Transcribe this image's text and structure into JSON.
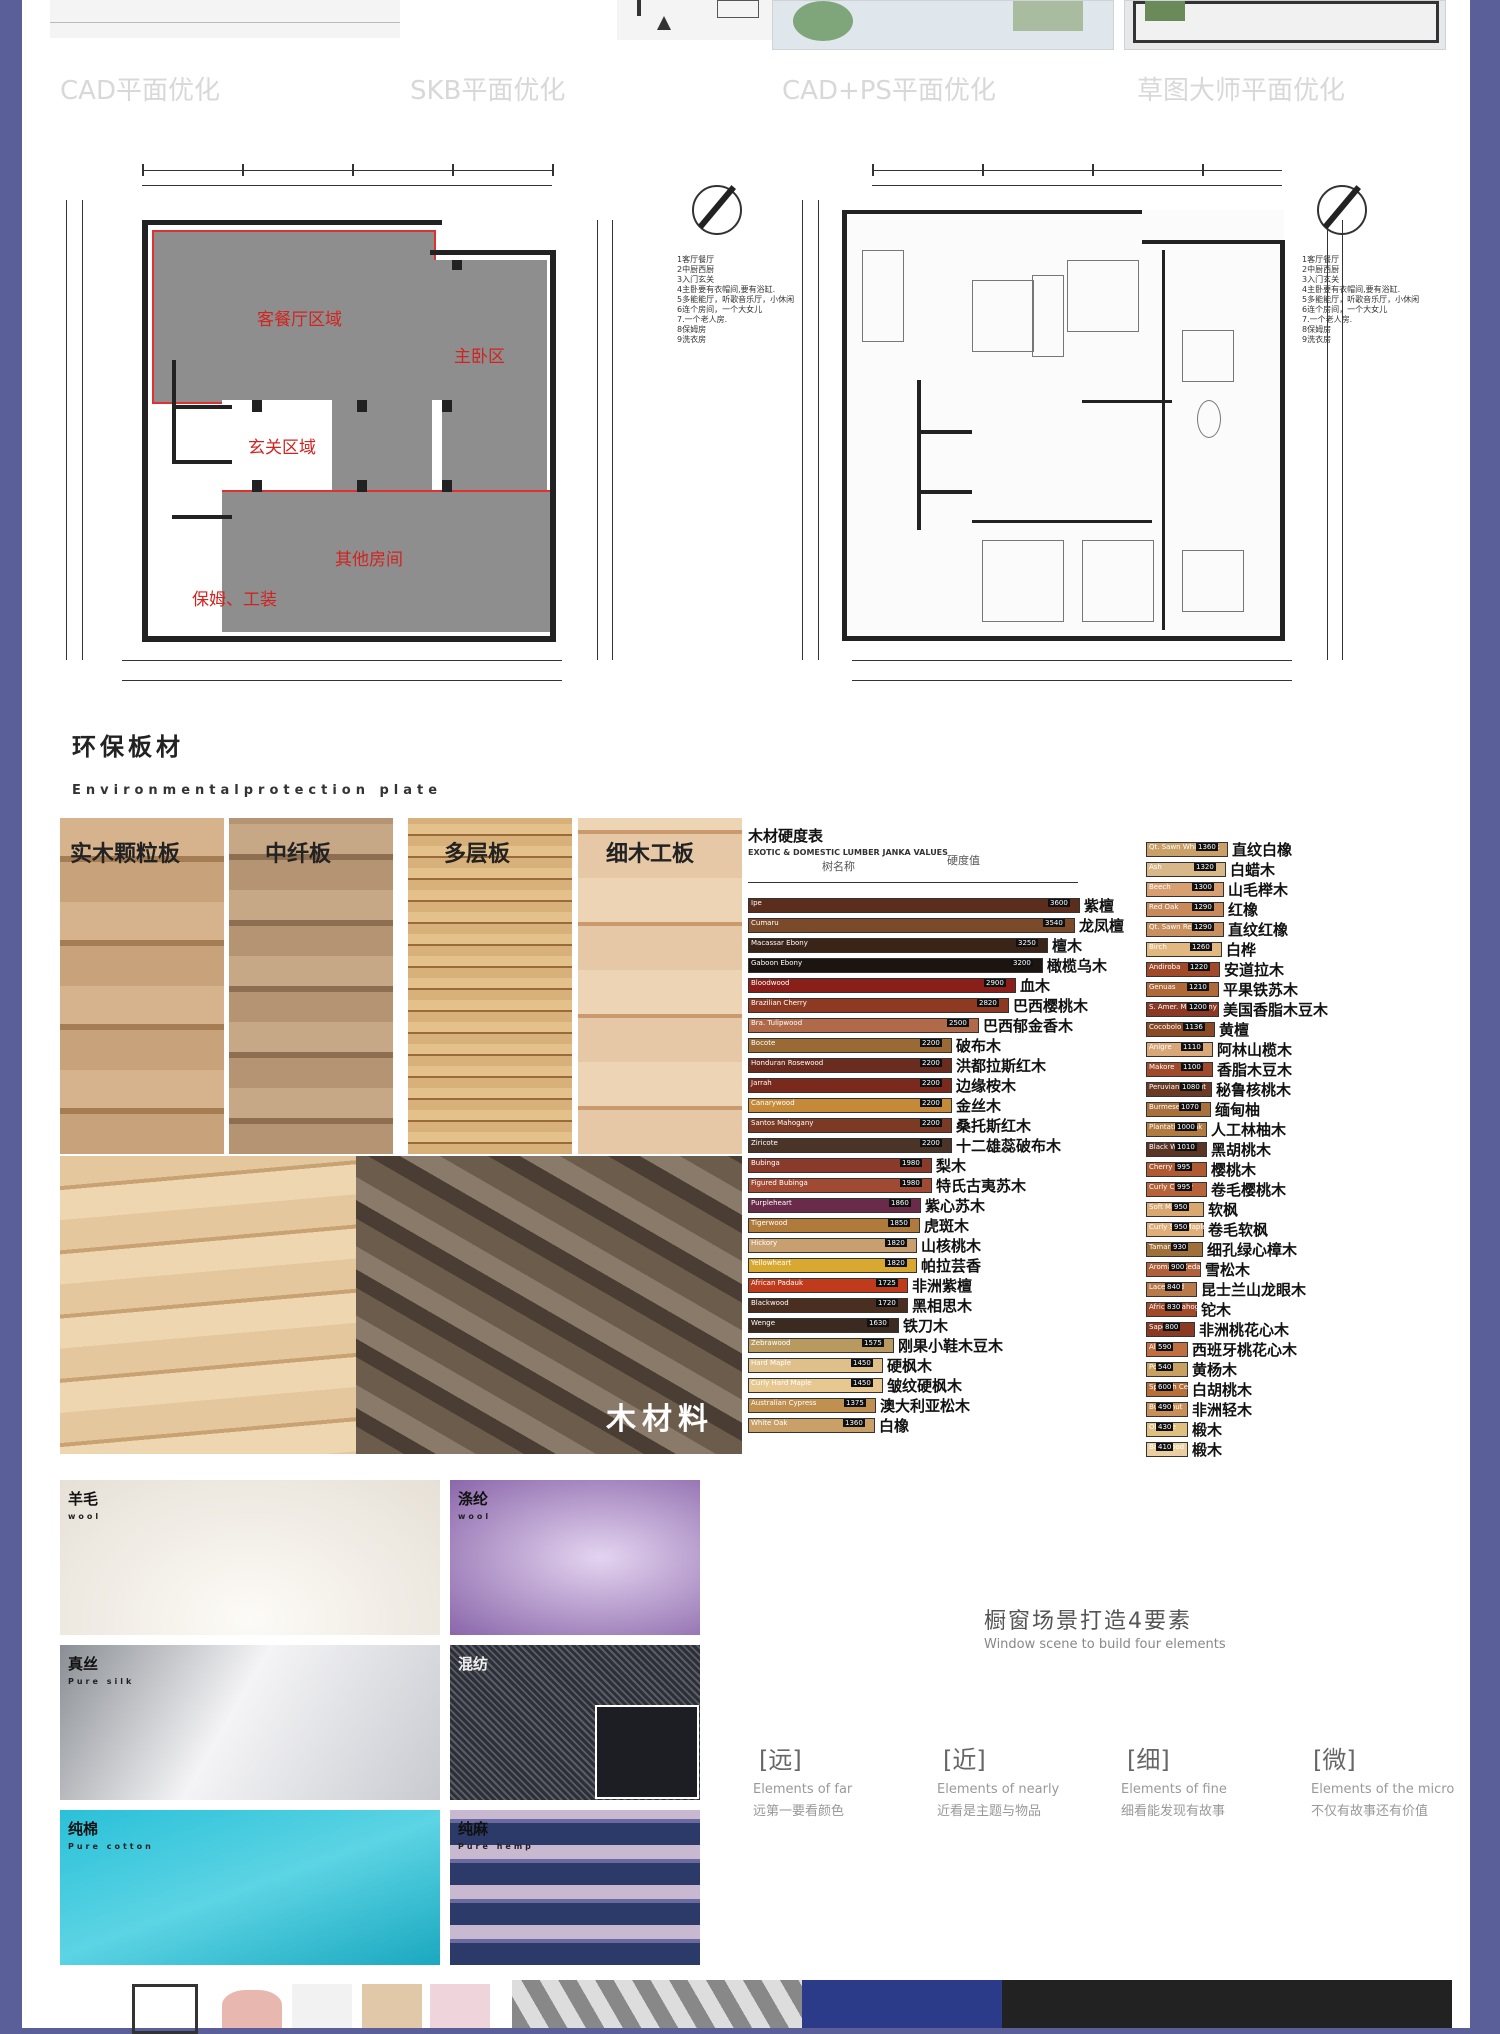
{
  "top_row": {
    "captions": [
      "CAD平面优化",
      "SKB平面优化",
      "CAD+PS平面优化",
      "草图大师平面优化"
    ]
  },
  "floor_plans": {
    "zones": {
      "living_dining": "客餐厅区域",
      "master_bedroom": "主卧区",
      "foyer": "玄关区域",
      "other_rooms": "其他房间",
      "nanny": "保姆、工装"
    },
    "requirements_left": [
      "1客厅餐厅",
      "2中厨西厨",
      "3入门玄关",
      "4主卧要有衣帽间,要有浴缸.",
      "5多能能厅，听歌音乐厅，小休闲",
      "6连个房间，一个大女儿",
      "7.一个老人房.",
      "8保姆房",
      "9洗衣房"
    ],
    "requirements_right": [
      "1客厅餐厅",
      "2中厨西厨",
      "3入门玄关",
      "4主卧要有衣帽间,要有浴缸.",
      "5多能能厅，听歌音乐厅，小休闲",
      "6连个房间，一个大女儿",
      "7.一个老人房.",
      "8保姆房",
      "9洗衣房"
    ]
  },
  "materials": {
    "title": "环保板材",
    "subtitle": "Environmentalprotection plate",
    "boards": [
      "实木颗粒板",
      "中纤板",
      "多层板",
      "细木工板"
    ],
    "wood_label": "木材料"
  },
  "hardness_chart": {
    "title": "木材硬度表",
    "header_en": "EXOTIC & DOMESTIC LUMBER JANKA VALUES",
    "header_cn_name": "树名称",
    "header_cn_val": "硬度值",
    "left": [
      {
        "en": "Ipe",
        "val": "3600",
        "cn": "紫檀",
        "color": "#5a2d1c"
      },
      {
        "en": "Cumaru",
        "val": "3540",
        "cn": "龙凤檀",
        "color": "#7a4a2a"
      },
      {
        "en": "Macassar Ebony",
        "val": "3250",
        "cn": "檀木",
        "color": "#3a2418"
      },
      {
        "en": "Gaboon Ebony",
        "val": "3200",
        "cn": "橄榄乌木",
        "color": "#1c1410"
      },
      {
        "en": "Bloodwood",
        "val": "2900",
        "cn": "血木",
        "color": "#8a1e18"
      },
      {
        "en": "Brazilian Cherry",
        "val": "2820",
        "cn": "巴西樱桃木",
        "color": "#8e3a22"
      },
      {
        "en": "Bra. Tulipwood",
        "val": "2500",
        "cn": "巴西郁金香木",
        "color": "#b06a4a"
      },
      {
        "en": "Bocote",
        "val": "2200",
        "cn": "破布木",
        "color": "#9a6a34"
      },
      {
        "en": "Honduran Rosewood",
        "val": "2200",
        "cn": "洪都拉斯红木",
        "color": "#6a2c1e"
      },
      {
        "en": "Jarrah",
        "val": "2200",
        "cn": "边缘桉木",
        "color": "#7a2a1c"
      },
      {
        "en": "Canarywood",
        "val": "2200",
        "cn": "金丝木",
        "color": "#c48a3a"
      },
      {
        "en": "Santos Mahogany",
        "val": "2200",
        "cn": "桑托斯红木",
        "color": "#7a3a24"
      },
      {
        "en": "Ziricote",
        "val": "2200",
        "cn": "十二雄蕊破布木",
        "color": "#4a3428"
      },
      {
        "en": "Bubinga",
        "val": "1980",
        "cn": "梨木",
        "color": "#8a3a2a"
      },
      {
        "en": "Figured Bubinga",
        "val": "1980",
        "cn": "特氏古夷苏木",
        "color": "#a04a34"
      },
      {
        "en": "Purpleheart",
        "val": "1860",
        "cn": "紫心苏木",
        "color": "#6a2a4a"
      },
      {
        "en": "Tigerwood",
        "val": "1850",
        "cn": "虎斑木",
        "color": "#b07a3a"
      },
      {
        "en": "Hickory",
        "val": "1820",
        "cn": "山核桃木",
        "color": "#c8a070"
      },
      {
        "en": "Yellowheart",
        "val": "1820",
        "cn": "帕拉芸香",
        "color": "#d8a830"
      },
      {
        "en": "African Padauk",
        "val": "1725",
        "cn": "非洲紫檀",
        "color": "#c03a1c"
      },
      {
        "en": "Blackwood",
        "val": "1720",
        "cn": "黑相思木",
        "color": "#4a2e20"
      },
      {
        "en": "Wenge",
        "val": "1630",
        "cn": "铁刀木",
        "color": "#3a2a20"
      },
      {
        "en": "Zebrawood",
        "val": "1575",
        "cn": "刚果小鞋木豆木",
        "color": "#b89a60"
      },
      {
        "en": "Hard Maple",
        "val": "1450",
        "cn": "硬枫木",
        "color": "#e0c08a"
      },
      {
        "en": "Curly Hard Maple",
        "val": "1450",
        "cn": "皱纹硬枫木",
        "color": "#e6c890"
      },
      {
        "en": "Australian Cypress",
        "val": "1375",
        "cn": "澳大利亚松木",
        "color": "#c09050"
      },
      {
        "en": "White Oak",
        "val": "1360",
        "cn": "白橡",
        "color": "#c8a068"
      }
    ],
    "right": [
      {
        "en": "Qt. Sawn White Oak",
        "val": "1360",
        "cn": "直纹白橡",
        "color": "#c8a068"
      },
      {
        "en": "Ash",
        "val": "1320",
        "cn": "白蜡木",
        "color": "#d8b888"
      },
      {
        "en": "Beech",
        "val": "1300",
        "cn": "山毛榉木",
        "color": "#d8a070"
      },
      {
        "en": "Red Oak",
        "val": "1290",
        "cn": "红橡",
        "color": "#c88a5a"
      },
      {
        "en": "Qt. Sawn Red Oak",
        "val": "1290",
        "cn": "直纹红橡",
        "color": "#c8905e"
      },
      {
        "en": "Birch",
        "val": "1260",
        "cn": "白桦",
        "color": "#e0b880"
      },
      {
        "en": "Andiroba",
        "val": "1220",
        "cn": "安道拉木",
        "color": "#a04a2a"
      },
      {
        "en": "Genuas",
        "val": "1210",
        "cn": "平果铁苏木",
        "color": "#b06a3a"
      },
      {
        "en": "S. Amer. Mahogany",
        "val": "1200",
        "cn": "美国香脂木豆木",
        "color": "#8a3a24"
      },
      {
        "en": "Cocobolo",
        "val": "1136",
        "cn": "黄檀",
        "color": "#8a4a24"
      },
      {
        "en": "Anigre",
        "val": "1110",
        "cn": "阿林山榄木",
        "color": "#d8a878"
      },
      {
        "en": "Makore",
        "val": "1100",
        "cn": "香脂木豆木",
        "color": "#a04a2c"
      },
      {
        "en": "Peruvian Walnut",
        "val": "1080",
        "cn": "秘鲁核桃木",
        "color": "#6a3a24"
      },
      {
        "en": "Burmese Teak",
        "val": "1070",
        "cn": "缅甸柚",
        "color": "#a8703a"
      },
      {
        "en": "Plantation Teak",
        "val": "1000",
        "cn": "人工林柚木",
        "color": "#b07a40"
      },
      {
        "en": "Black Walnut",
        "val": "1010",
        "cn": "黑胡桃木",
        "color": "#5a3424"
      },
      {
        "en": "Cherry",
        "val": "995",
        "cn": "樱桃木",
        "color": "#b05a34"
      },
      {
        "en": "Curly Cherry",
        "val": "995",
        "cn": "卷毛樱桃木",
        "color": "#b8643a"
      },
      {
        "en": "Soft Maple",
        "val": "950",
        "cn": "软枫",
        "color": "#d8a870"
      },
      {
        "en": "Curly Soft Maple",
        "val": "950",
        "cn": "卷毛软枫",
        "color": "#e0b07a"
      },
      {
        "en": "Tamarind",
        "val": "930",
        "cn": "细孔绿心樟木",
        "color": "#a0703a"
      },
      {
        "en": "Aromatic Cedar",
        "val": "900",
        "cn": "雪松木",
        "color": "#b0603a"
      },
      {
        "en": "Lacewood",
        "val": "840",
        "cn": "昆士兰山龙眼木",
        "color": "#b87a4a"
      },
      {
        "en": "African Mahogany",
        "val": "830",
        "cn": "铊木",
        "color": "#a04a2a"
      },
      {
        "en": "Sapele",
        "val": "800",
        "cn": "非洲桃花心木",
        "color": "#8a3a22"
      },
      {
        "en": "Alder",
        "val": "590",
        "cn": "西班牙桃花心木",
        "color": "#c07040"
      },
      {
        "en": "Poplar",
        "val": "540",
        "cn": "黄杨木",
        "color": "#c8a060"
      },
      {
        "en": "Spanish Cedar",
        "val": "600",
        "cn": "白胡桃木",
        "color": "#b8703a"
      },
      {
        "en": "Butternut",
        "val": "490",
        "cn": "非洲轻木",
        "color": "#c89058"
      },
      {
        "en": "Obeche",
        "val": "430",
        "cn": "椴木",
        "color": "#e0c080"
      },
      {
        "en": "Basswood",
        "val": "410",
        "cn": "椴木",
        "color": "#ead0a0"
      }
    ]
  },
  "fabrics": [
    {
      "cn": "羊毛",
      "en": "wool",
      "color": "#f2ede6"
    },
    {
      "cn": "涤纶",
      "en": "wool",
      "color": "#b89ad0"
    },
    {
      "cn": "真丝",
      "en": "Pure silk",
      "color": "#eeeef0"
    },
    {
      "cn": "混纺",
      "en": "",
      "color": "#2c2e38"
    },
    {
      "cn": "纯棉",
      "en": "Pure cotton",
      "color": "#38c4d8"
    },
    {
      "cn": "纯麻",
      "en": "Pure hemp",
      "color": "#2c3a6a"
    }
  ],
  "window_scene": {
    "title": "橱窗场景打造4要素",
    "subtitle": "Window scene to build four elements",
    "elements": [
      {
        "bracket": "[远]",
        "en": "Elements of far",
        "cn": "远第一要看颜色"
      },
      {
        "bracket": "[近]",
        "en": "Elements of nearly",
        "cn": "近看是主题与物品"
      },
      {
        "bracket": "[细]",
        "en": "Elements of fine",
        "cn": "细看能发现有故事"
      },
      {
        "bracket": "[微]",
        "en": "Elements of the micro",
        "cn": "不仅有故事还有价值"
      }
    ]
  }
}
